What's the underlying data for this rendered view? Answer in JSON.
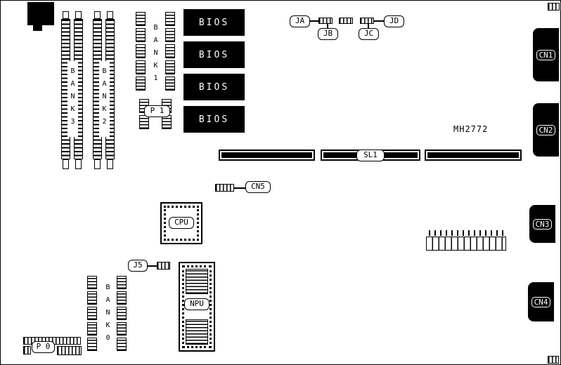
{
  "board": {
    "part_number": "MH2772"
  },
  "colors": {
    "line": "#000000",
    "background": "#ffffff"
  },
  "bios_chips": [
    "BIOS",
    "BIOS",
    "BIOS",
    "BIOS"
  ],
  "memory_banks": {
    "bank3": "BANK3",
    "bank2": "BANK2",
    "bank1": "BANK1",
    "bank0": "BANK0"
  },
  "chip_groups": {
    "p1": "P 1",
    "p0": "P 0"
  },
  "sockets": {
    "cpu": "CPU",
    "npu": "NPU"
  },
  "jumpers": {
    "ja": "JA",
    "jb": "JB",
    "jc": "JC",
    "jd": "JD",
    "j5": "J5"
  },
  "connectors": {
    "cn1": "CN1",
    "cn2": "CN2",
    "cn3": "CN3",
    "cn4": "CN4",
    "cn5": "CN5"
  },
  "slots": {
    "sl1": "SL1"
  }
}
